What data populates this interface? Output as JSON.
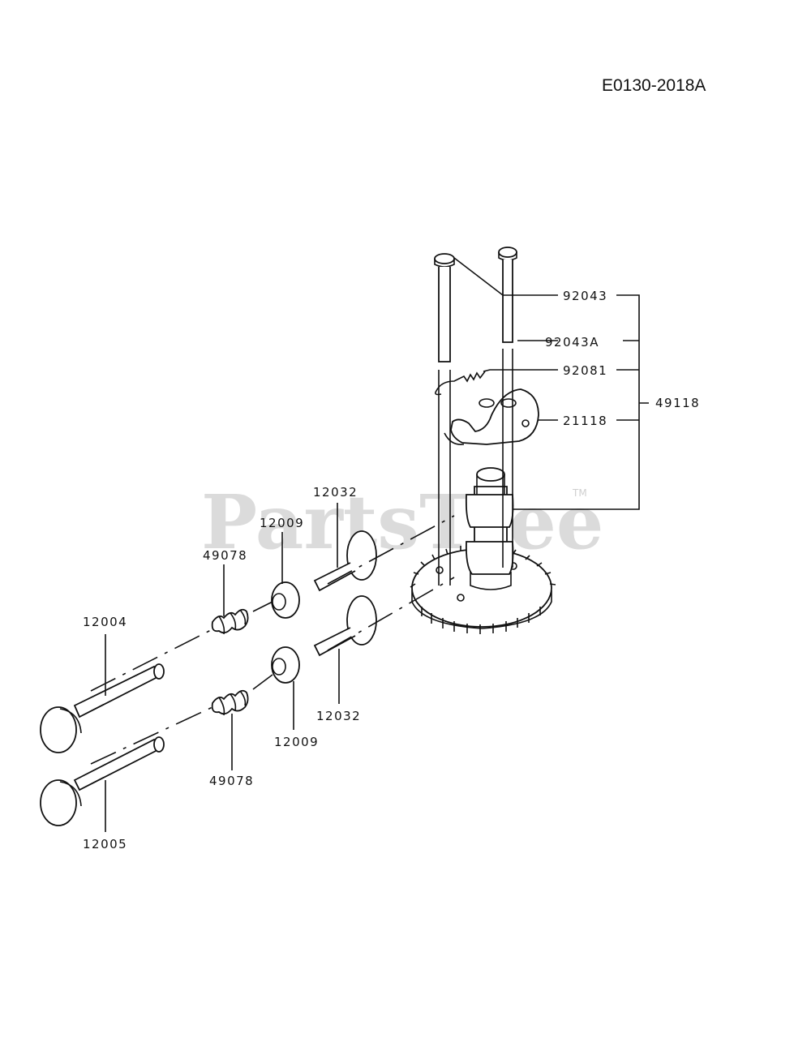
{
  "diagram_ref": "E0130-2018A",
  "watermark": {
    "text": "PartsTree",
    "tm": "TM"
  },
  "callouts": {
    "p92043": "92043",
    "p92043A": "92043A",
    "p92081": "92081",
    "p21118": "21118",
    "p49118": "49118",
    "p12032_upper": "12032",
    "p12009_upper": "12009",
    "p49078_upper": "49078",
    "p12004": "12004",
    "p12032_lower": "12032",
    "p12009_lower": "12009",
    "p49078_lower": "49078",
    "p12005": "12005"
  }
}
